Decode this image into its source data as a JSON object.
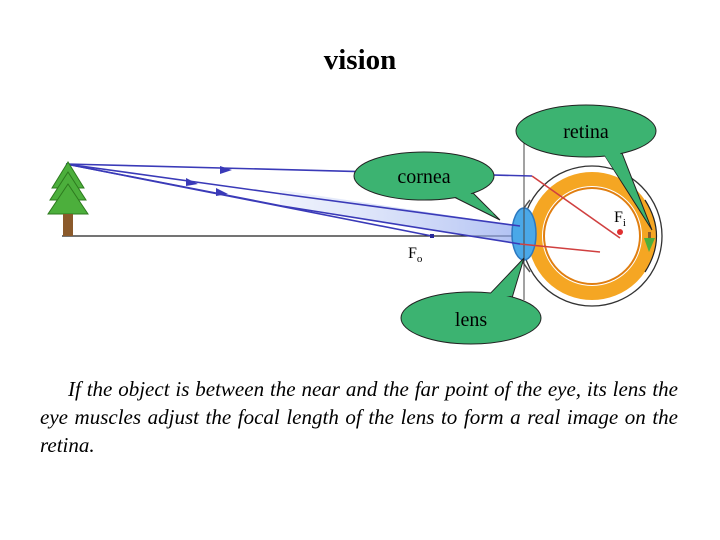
{
  "title": "vision",
  "labels": {
    "retina": "retina",
    "cornea": "cornea",
    "lens": "lens",
    "focal_image": "F",
    "focal_image_sub": "i",
    "focal_object": "F",
    "focal_object_sub": "o"
  },
  "caption": "If the object is between the near and the far point of the eye, its lens the eye muscles adjust the focal length of the lens to form a real image on the retina.",
  "icons": {
    "object": "tree-icon",
    "image": "inverted-tree-icon"
  },
  "colors": {
    "callout_fill": "#3cb371",
    "ray": "#3a3ab8",
    "eye_ring": "#f5a623",
    "retina_dot": "#e03030",
    "lens": "#4aa8e8"
  }
}
